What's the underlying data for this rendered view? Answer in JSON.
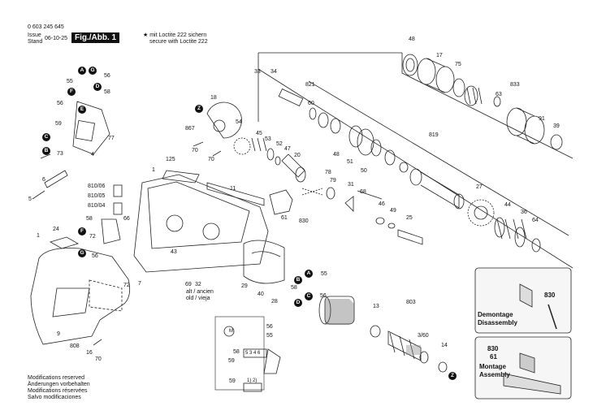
{
  "header": {
    "part_number": "0 603 245 645",
    "issue_label": "Issue",
    "stand_label": "Stand",
    "issue_date": "06-10-25",
    "figure_label": "Fig./Abb. 1",
    "loctite_de": "★ mit Loctite 222 sichern",
    "loctite_en": "secure with Loctite 222"
  },
  "footer": {
    "line1": "Modifications reserved",
    "line2": "Änderungen vorbehalten",
    "line3": "Modifications réservées",
    "line4": "Salvo modificaciones"
  },
  "insets": {
    "demontage": "Demontage",
    "disassembly": "Disassembly",
    "montage": "Montage",
    "assembly": "Assembly",
    "part_830_top": "830",
    "part_830_bottom": "830",
    "part_61": "61"
  },
  "old_note": {
    "line1": "alt / ancien",
    "line2": "old / vieja"
  },
  "wiring": {
    "switch_labels": "5 3 4 6",
    "switch_labels_bottom": "1) 2)",
    "motor_symbol": "M"
  },
  "badges": {
    "A1": "A",
    "G1": "G",
    "F1": "F",
    "D1": "D",
    "C1": "C",
    "B1": "B",
    "E1": "E",
    "Z1": "Z",
    "F2": "F",
    "G2": "G",
    "A2": "A",
    "B2": "B",
    "C2": "C",
    "D2": "D",
    "Z2": "Z"
  },
  "parts": {
    "p48a": "48",
    "p17": "17",
    "p75": "75",
    "p33": "33",
    "p34": "34",
    "p821": "821",
    "p833": "833",
    "p63": "63",
    "p60": "60",
    "p91": "91",
    "p39": "39",
    "p18": "18",
    "p55a": "55",
    "p56a": "56",
    "p58a": "58",
    "p56b": "56",
    "p867": "867",
    "p54": "54",
    "p45": "45",
    "p53": "53",
    "p52": "52",
    "p47": "47",
    "p20": "20",
    "p48b": "48",
    "p51": "51",
    "p50": "50",
    "p819": "819",
    "p59": "59",
    "p77": "77",
    "p73": "73",
    "p4": "4",
    "p70a": "70",
    "p70b": "70",
    "p6": "6",
    "p125": "125",
    "p1a": "1",
    "p11": "11",
    "p78": "78",
    "p79": "79",
    "p31": "31",
    "p68": "68",
    "p46": "46",
    "p49": "49",
    "p25": "25",
    "p27": "27",
    "p44": "44",
    "p36": "36",
    "p64": "64",
    "p5": "5",
    "p810_06": "810/06",
    "p810_05": "810/05",
    "p810_04": "810/04",
    "p58b": "58",
    "p66": "66",
    "p72a": "72",
    "p56c": "56",
    "p61": "61",
    "p830": "830",
    "p24": "24",
    "p1b": "1",
    "p43": "43",
    "p69": "69",
    "p32": "32",
    "p29": "29",
    "p40": "40",
    "p28": "28",
    "p55b": "55",
    "p58c": "58",
    "p56d": "56",
    "p72b": "72",
    "p7": "7",
    "p9": "9",
    "p808": "808",
    "p16": "16",
    "p70c": "70",
    "p13": "13",
    "p803": "803",
    "p3_60": "3/60",
    "p14": "14",
    "p56e": "56",
    "p55c": "55",
    "p58d": "58",
    "p59b": "59",
    "p59c": "59"
  }
}
